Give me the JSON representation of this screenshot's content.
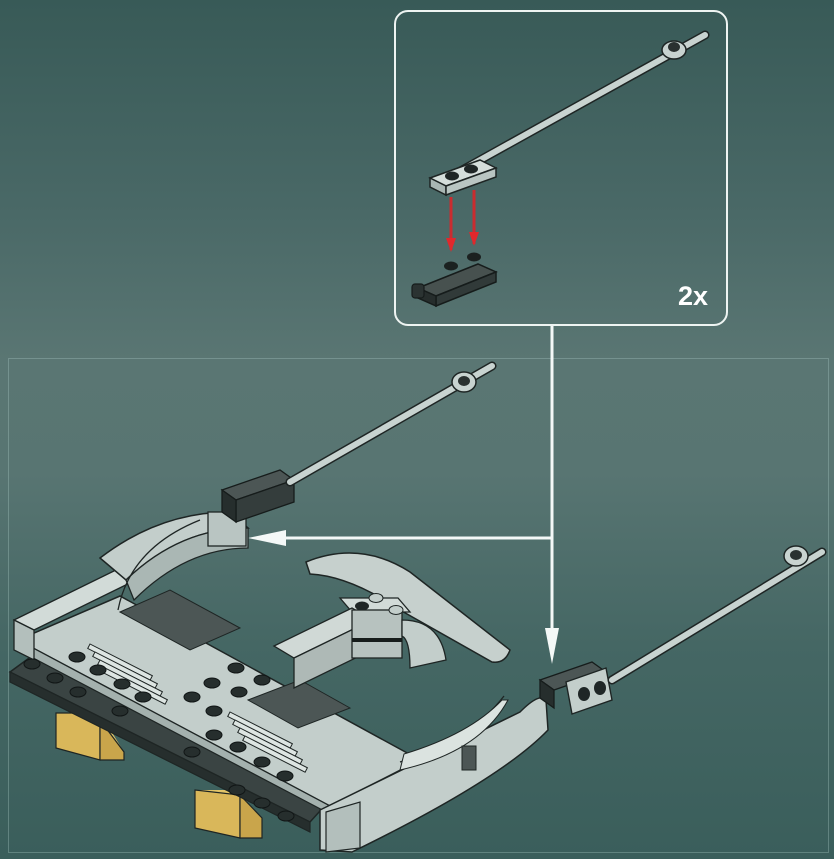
{
  "page": {
    "type": "building-instruction-step",
    "background_colors": {
      "top": "#385a57",
      "middle": "#5a7673",
      "bottom": "#3a5e5b"
    }
  },
  "callout": {
    "multiplier_label": "2x",
    "parts": [
      {
        "name": "bar-with-clip-and-plate",
        "color": "light-bluish-gray"
      },
      {
        "name": "plate-1x2-with-handle-and-clip",
        "color": "dark-bluish-gray"
      }
    ],
    "assembly_arrow_color": "#d8262a",
    "border_color": "#eef4f2"
  },
  "main_assembly": {
    "description": "Gray vehicle base with curved arms; two rod sub-assemblies attached at left and right",
    "colors": {
      "light_gray": "#c3cecb",
      "dark_gray": "#3c4645",
      "tan": "#d9b75a",
      "outline": "#1e2524"
    }
  },
  "connectors": {
    "color": "#f4f8f7",
    "targets": [
      "left-arm-attachment",
      "right-arm-attachment"
    ]
  }
}
